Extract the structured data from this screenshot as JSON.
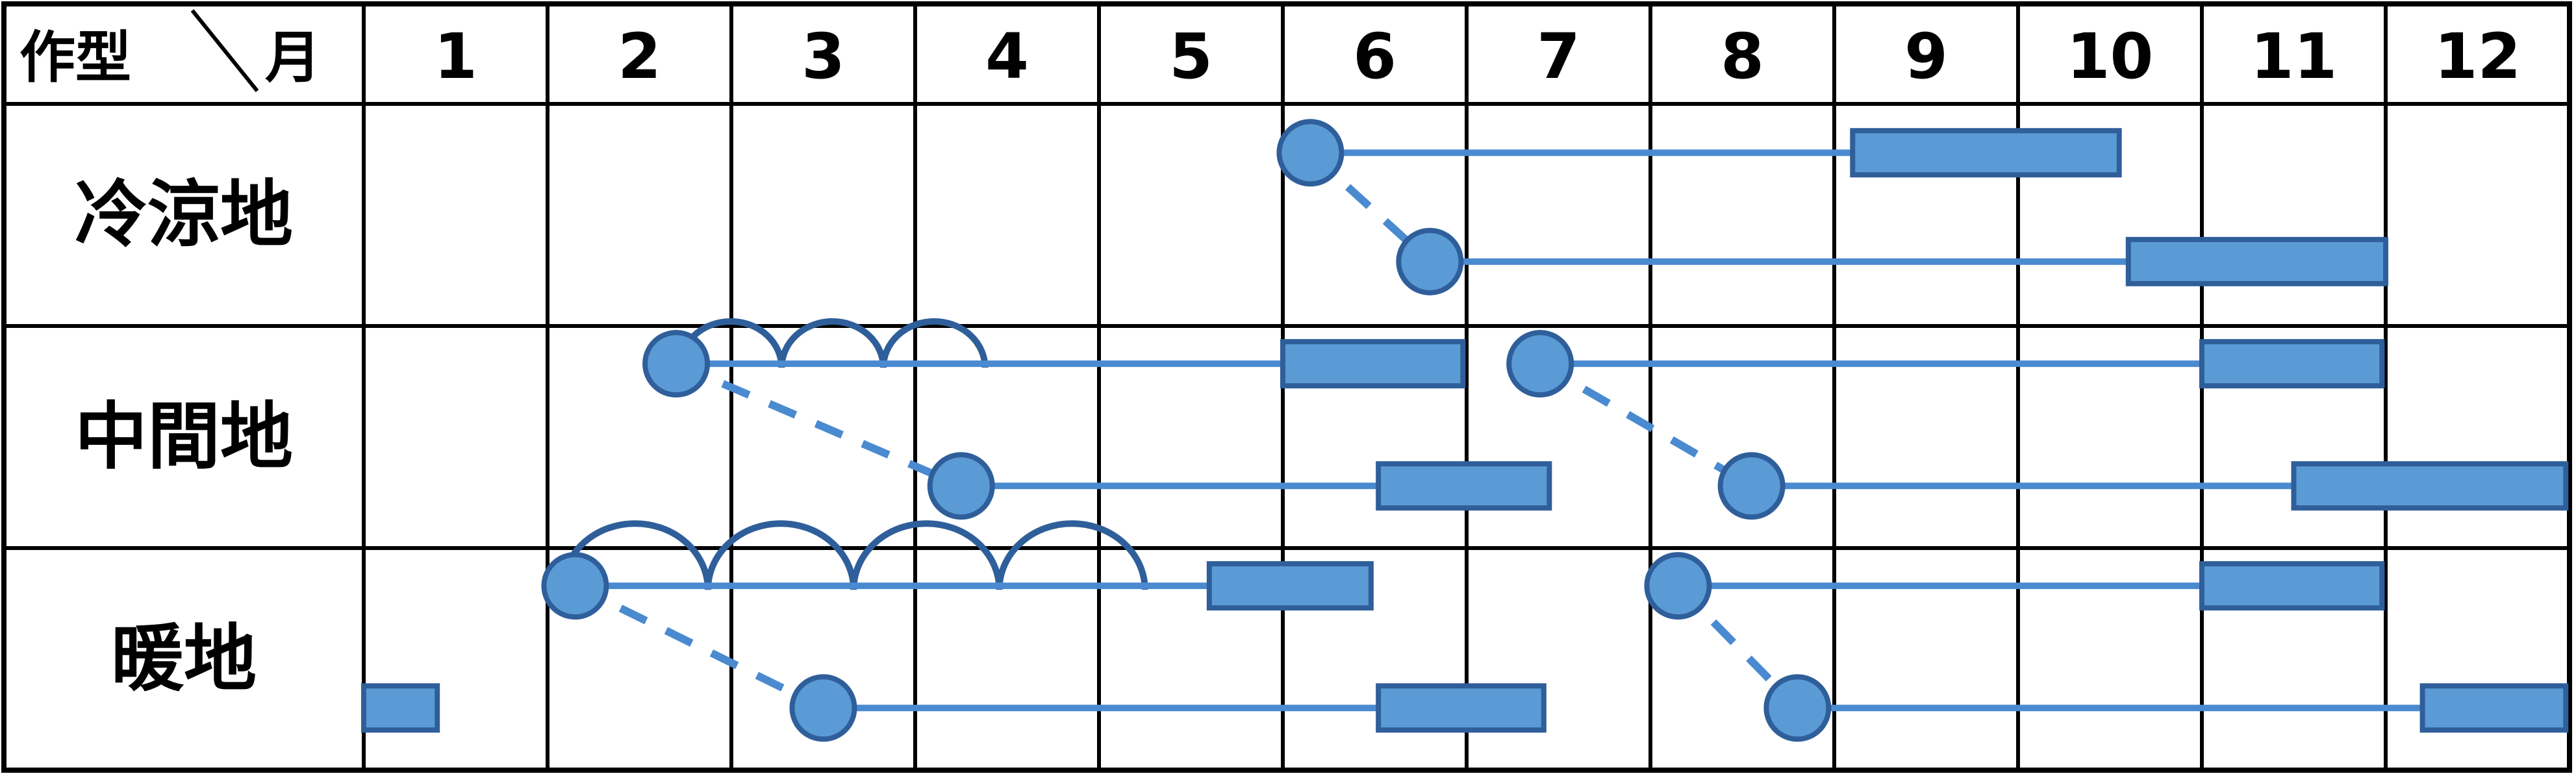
{
  "header": {
    "crop_type_label": "作型",
    "month_label": "月",
    "months": [
      "1",
      "2",
      "3",
      "4",
      "5",
      "6",
      "7",
      "8",
      "9",
      "10",
      "11",
      "12"
    ]
  },
  "colors": {
    "mark_fill": "#5b9bd5",
    "mark_stroke": "#2f5f9a",
    "line": "#4a8ad0",
    "grid": "#000000"
  },
  "chart_data": {
    "type": "table",
    "axis": {
      "unit": "month",
      "range": [
        1,
        13
      ]
    },
    "rows": [
      {
        "name": "冷涼地",
        "lanes": [
          {
            "sow": 6.15,
            "harvest": [
              9.1,
              10.55
            ]
          },
          {
            "sow": 6.8,
            "harvest": [
              10.6,
              12.0
            ]
          }
        ],
        "connectors": [
          [
            0,
            1
          ]
        ],
        "tunnels": null,
        "extras": []
      },
      {
        "name": "中間地",
        "lanes": [
          {
            "sow": 2.7,
            "harvest": [
              6.0,
              6.98
            ]
          },
          {
            "sow": 4.25,
            "harvest": [
              6.52,
              7.45
            ]
          },
          {
            "sow": 7.4,
            "harvest": [
              11.0,
              11.98
            ]
          },
          {
            "sow": 8.55,
            "harvest": [
              11.5,
              12.98
            ]
          }
        ],
        "connectors": [
          [
            0,
            1
          ],
          [
            2,
            3
          ]
        ],
        "tunnels": {
          "start": 2.72,
          "end": 4.38,
          "count": 3
        },
        "extras": []
      },
      {
        "name": "暖地",
        "lanes": [
          {
            "sow": 2.15,
            "harvest": [
              5.6,
              6.48
            ]
          },
          {
            "sow": 3.5,
            "harvest": [
              6.52,
              7.42
            ]
          },
          {
            "sow": 8.15,
            "harvest": [
              11.0,
              11.98
            ]
          },
          {
            "sow": 8.8,
            "harvest": [
              12.2,
              12.98
            ]
          }
        ],
        "connectors": [
          [
            0,
            1
          ],
          [
            2,
            3
          ]
        ],
        "tunnels": {
          "start": 2.08,
          "end": 5.25,
          "count": 4
        },
        "extras": [
          {
            "type": "harvest",
            "range": [
              1.0,
              1.4
            ]
          }
        ]
      }
    ]
  }
}
